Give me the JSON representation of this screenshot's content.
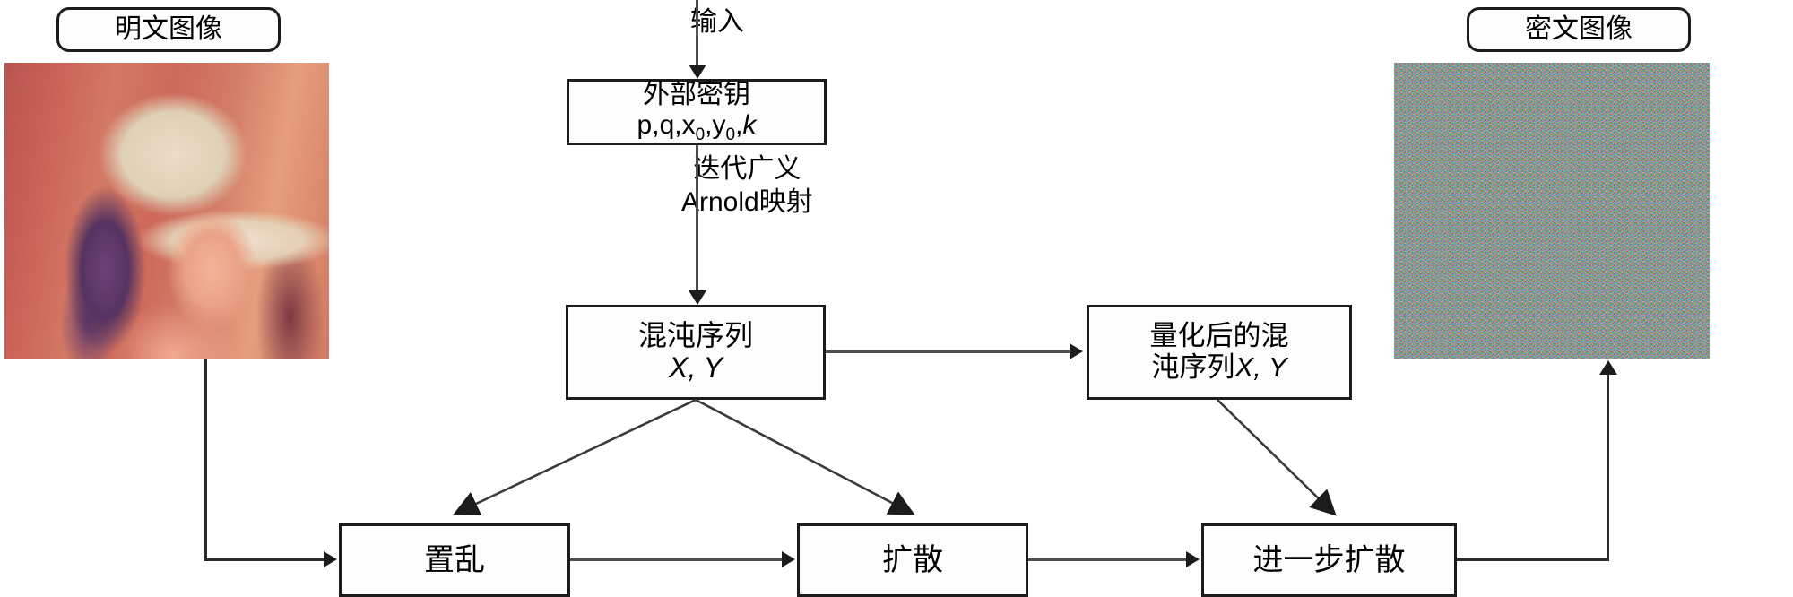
{
  "diagram": {
    "title_plaintext_box": "明文图像",
    "title_ciphertext_box": "密文图像",
    "nodes": {
      "external_key": {
        "line1": "外部密钥",
        "line2_plain": "p,q,x",
        "sub1": "0",
        "mid": ",y",
        "sub2": "0",
        "tail": ",",
        "italic_k": "k"
      },
      "chaotic_sequence": {
        "line1": "混沌序列",
        "line2": "X, Y"
      },
      "quantized_sequence": {
        "line1": "量化后的混",
        "line2_cn": "沌序列",
        "line2_var": "X, Y"
      },
      "scramble": {
        "label": "置乱"
      },
      "diffuse": {
        "label": "扩散"
      },
      "further_diffuse": {
        "label": "进一步扩散"
      }
    },
    "edge_labels": {
      "input": "输入",
      "iterate_line1": "迭代广义",
      "iterate_line2": "Arnold映射"
    },
    "images": {
      "plaintext_alt": "lena-plaintext-image",
      "ciphertext_alt": "encrypted-noise-image"
    },
    "colors": {
      "box_stroke": "#1c1c1c",
      "connector": "#4d4d4d",
      "background": "#ffffff",
      "text": "#000000"
    }
  }
}
